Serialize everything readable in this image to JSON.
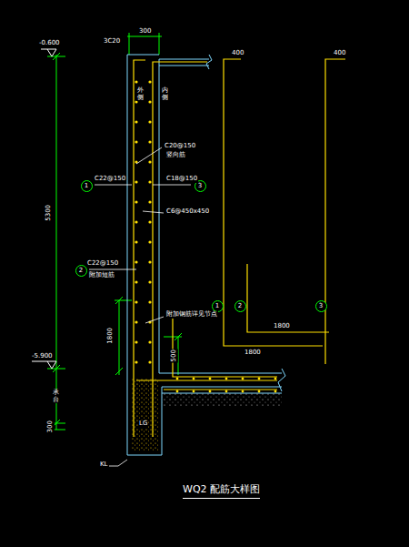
{
  "diagram": {
    "title": "WQ2 配筋大样图",
    "nodes": [
      {
        "text": [
          "1"
        ]
      },
      {
        "text": [
          "3"
        ]
      },
      {
        "text": [
          "2"
        ]
      },
      {
        "text": [
          "1"
        ]
      },
      {
        "text": [
          "2"
        ]
      },
      {
        "text": [
          "3"
        ]
      }
    ],
    "labels": [
      "-0.600",
      "300",
      "3C20",
      "外侧",
      "内侧",
      "C20@150",
      "竖向筋",
      "C22@150",
      "C18@150",
      "C6@450x450",
      "C22@150",
      "附加短筋",
      "附加钢筋详见节点",
      "1800",
      "500",
      "-5.900",
      "5300",
      "承台",
      "300",
      "LG",
      "KL",
      "400",
      "400",
      "1800",
      "1800"
    ]
  }
}
